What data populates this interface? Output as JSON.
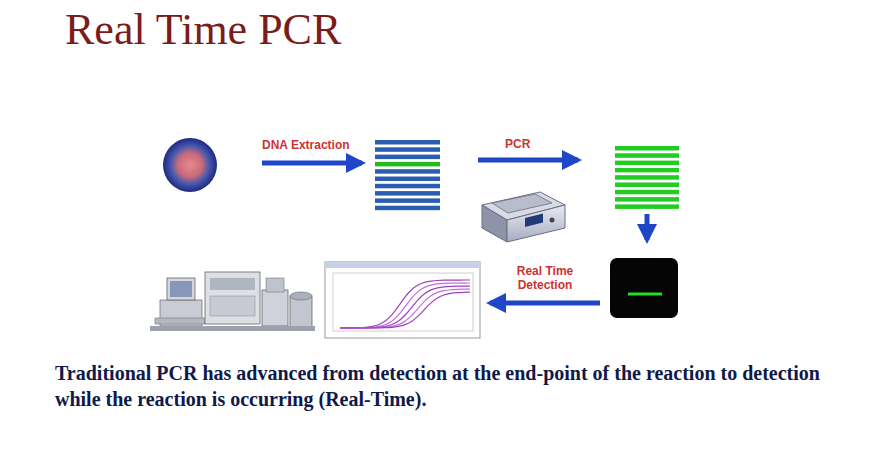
{
  "diagram": {
    "title": "Real Time PCR",
    "caption": "Traditional PCR has advanced from detection at the end-point of the reaction to detection while the reaction is occurring (Real-Time).",
    "labels": [
      "DNA Extraction",
      "PCR",
      "Real Time Detection"
    ]
  }
}
